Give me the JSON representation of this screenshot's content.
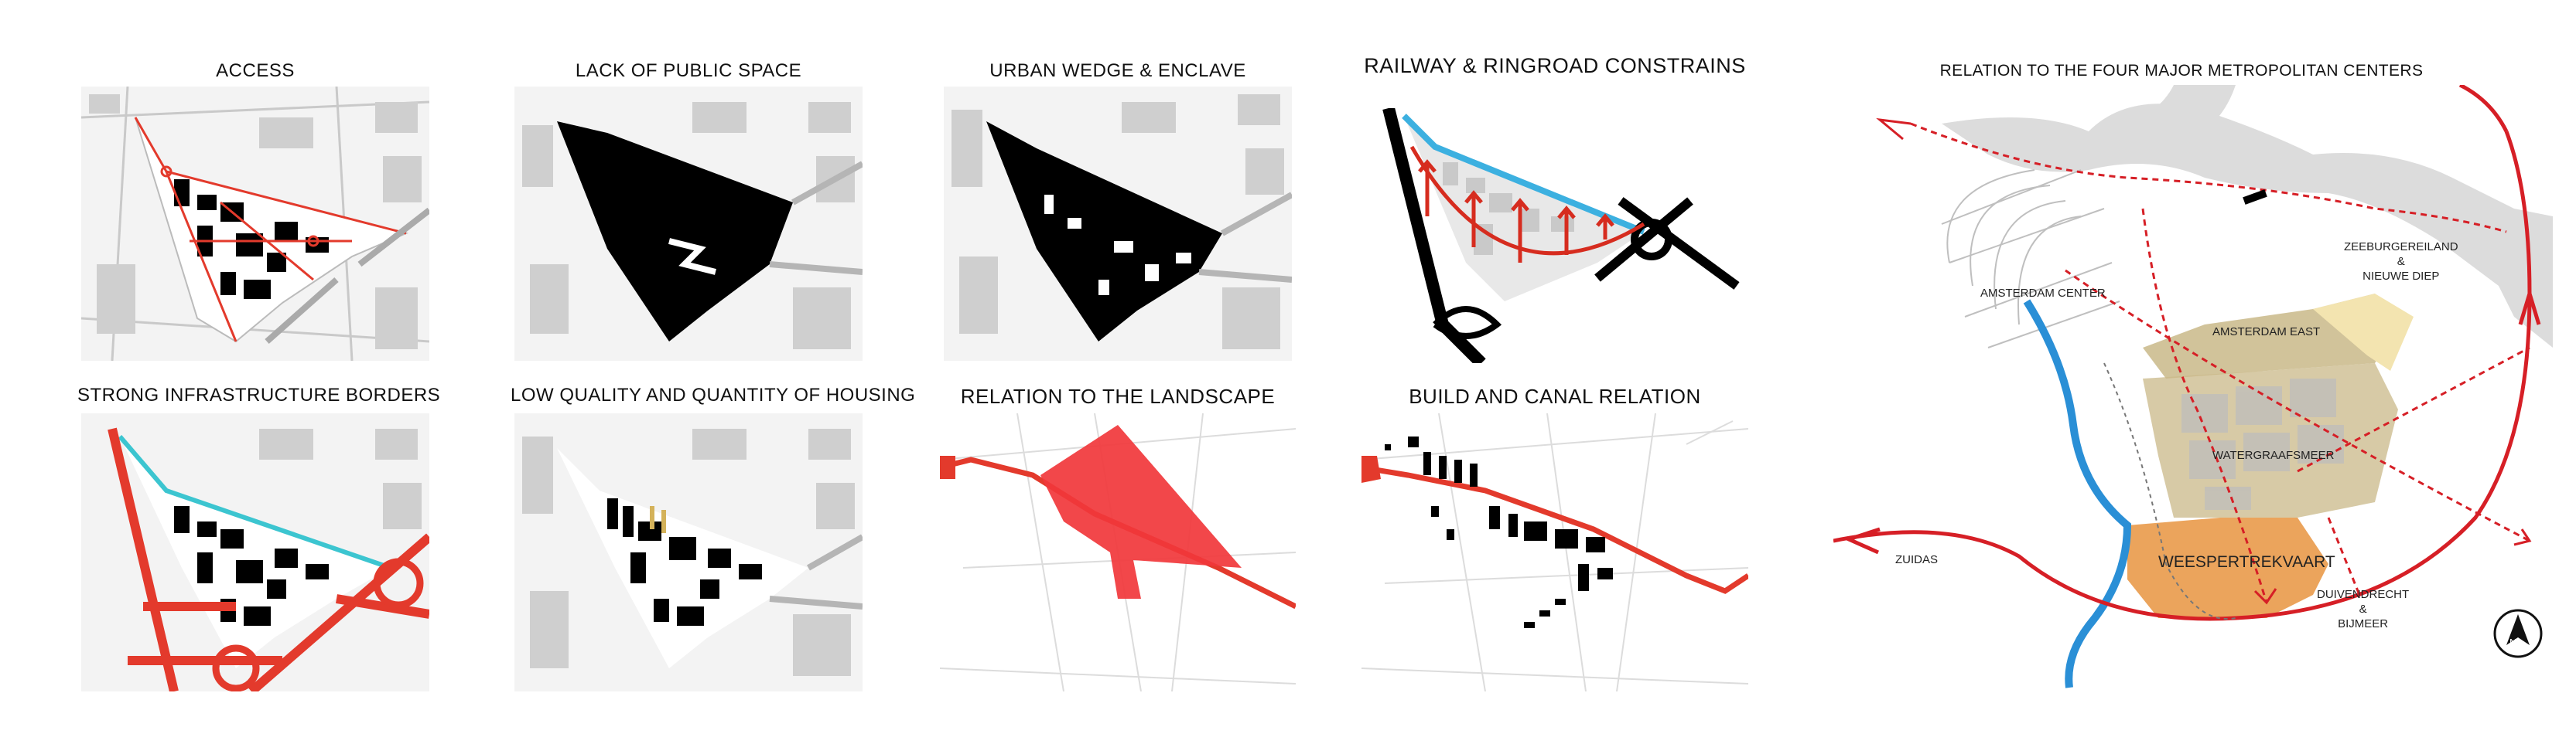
{
  "panels": [
    {
      "id": "access",
      "title": "ACCESS"
    },
    {
      "id": "public-space",
      "title": "LACK OF PUBLIC SPACE"
    },
    {
      "id": "wedge",
      "title": "URBAN WEDGE & ENCLAVE"
    },
    {
      "id": "railway",
      "title": "RAILWAY & RINGROAD CONSTRAINS"
    },
    {
      "id": "infrastructure",
      "title": "STRONG INFRASTRUCTURE BORDERS"
    },
    {
      "id": "housing",
      "title": "LOW QUALITY AND QUANTITY OF HOUSING"
    },
    {
      "id": "landscape",
      "title": "RELATION TO THE LANDSCAPE"
    },
    {
      "id": "canal",
      "title": "BUILD AND CANAL RELATION"
    }
  ],
  "metro_map": {
    "title": "RELATION TO THE FOUR MAJOR METROPOLITAN CENTERS",
    "labels": {
      "amsterdam_center": "AMSTERDAM CENTER",
      "amsterdam_east": "AMSTERDAM EAST",
      "zeeburgereiland": "ZEEBURGEREILAND\n&\nNIEUWE DIEP",
      "watergraafsmeer": "WATERGRAAFSMEER",
      "zuidas": "ZUIDAS",
      "weespertrekvaart": "WEESPERTREKVAART",
      "duivendrecht": "DUIVENDRECHT\n&\nBIJMEER",
      "north": "N"
    },
    "colors": {
      "red": "#d61f26",
      "blue": "#2a8fd6",
      "tan": "#c9b888",
      "orange": "#e99a4a",
      "cream": "#f3e4b0",
      "grey": "#dcdcdc"
    }
  },
  "colors": {
    "red": "#e33a2c",
    "cyan": "#3cc5d0",
    "black": "#000000",
    "base_grey": "#d4d4d4"
  }
}
